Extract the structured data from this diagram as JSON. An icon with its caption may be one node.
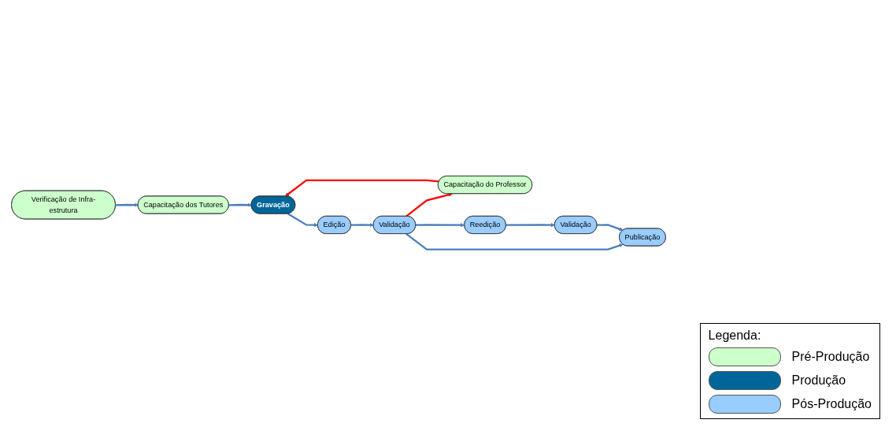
{
  "diagram": {
    "nodes": [
      {
        "text": [
          "Verificação de Infra-estrutura"
        ]
      },
      {
        "text": [
          "Capacitação dos Tutores"
        ]
      },
      {
        "text": [
          "Gravação"
        ]
      },
      {
        "text": [
          "Capacitação do Professor"
        ]
      },
      {
        "text": [
          "Edição"
        ]
      },
      {
        "text": [
          "Validação"
        ]
      },
      {
        "text": [
          "Reedição"
        ]
      },
      {
        "text": [
          "Validação"
        ]
      },
      {
        "text": [
          "Publicação"
        ]
      }
    ],
    "edges": [
      {
        "from": 0,
        "to": 1,
        "arrow": "to"
      },
      {
        "from": 1,
        "to": 2,
        "arrow": "to"
      },
      {
        "from": 3,
        "to": 2,
        "arrow": "to",
        "color": "#ff0000"
      },
      {
        "from": 2,
        "to": 4,
        "arrow": "to"
      },
      {
        "from": 4,
        "to": 5,
        "arrow": "to"
      },
      {
        "from": 5,
        "to": 3,
        "arrow": "to",
        "color": "#ff0000"
      },
      {
        "from": 5,
        "to": 6,
        "arrow": "to"
      },
      {
        "from": 6,
        "to": 7,
        "arrow": "to"
      },
      {
        "from": 5,
        "to": 8,
        "arrow": "to"
      },
      {
        "from": 7,
        "to": 8,
        "arrow": "to"
      }
    ],
    "labels": [
      "Legenda:"
    ],
    "legend": [
      {
        "text": "Pré-Produção",
        "color": "#ccffcc"
      },
      {
        "text": "Produção",
        "color": "#006699"
      },
      {
        "text": "Pós-Produção",
        "color": "#99ccff"
      }
    ]
  }
}
